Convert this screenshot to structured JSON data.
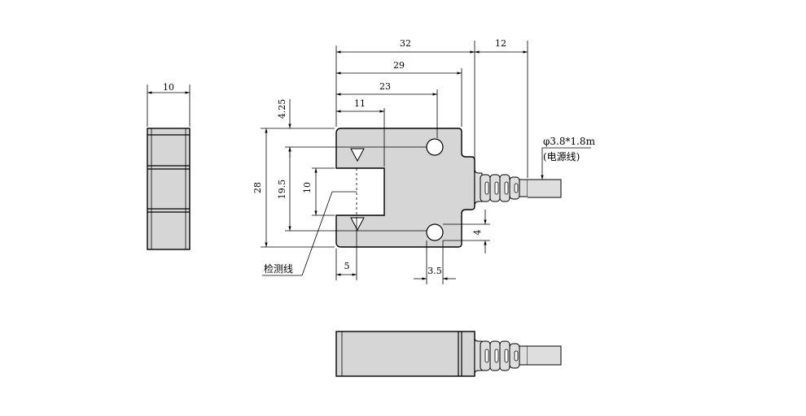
{
  "dimensions": {
    "side_width": "10",
    "top_32": "32",
    "top_29": "29",
    "top_23": "23",
    "top_11": "11",
    "right_12": "12",
    "left_4_25": "4.25",
    "left_28": "28",
    "left_19_5": "19.5",
    "slot_10": "10",
    "right_4": "4",
    "bottom_5": "5",
    "bottom_3_5": "3.5"
  },
  "labels": {
    "cable_spec": "φ3.8*1.8m",
    "cable_name": "(电源线)",
    "detection_line": "检测线"
  }
}
